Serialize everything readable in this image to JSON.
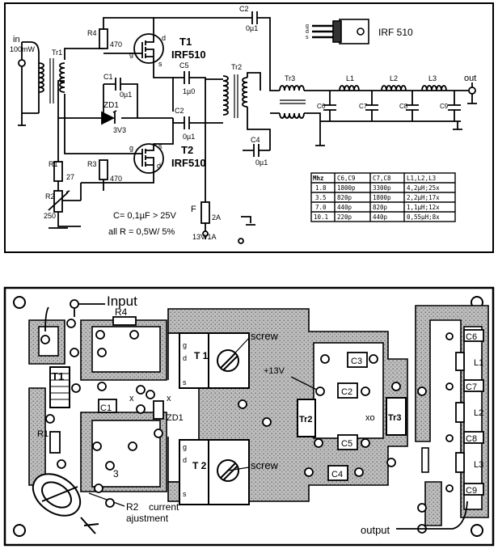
{
  "schematic": {
    "input_label": "in",
    "input_power": "100mW",
    "tr1": "Tr1",
    "tr2": "Tr2",
    "tr3": "Tr3",
    "r4": "R4",
    "r4_val": "470",
    "r1": "R1",
    "r1_val": "27",
    "r2": "R2",
    "r2_val": "250",
    "r3": "R3",
    "r3_val": "470",
    "t1": "T1",
    "t1_type": "IRF510",
    "t2": "T2",
    "t2_type": "IRF510",
    "c1": "C1",
    "c1_val": "0µ1",
    "c2_top": "C2",
    "c2_top_val": "0µ1",
    "c2_mid": "C2",
    "c2_mid_val": "0µ1",
    "c4": "C4",
    "c4_val": "0µ1",
    "c5": "C5",
    "c5_val": "1µ0",
    "zd1": "ZD1",
    "zd1_val": "3V3",
    "fuse": "F",
    "fuse_val": "2A",
    "supply": "13V/1A",
    "note1": "C= 0,1µF > 25V",
    "note2": "all  R = 0,5W/ 5%",
    "pkg_label": "IRF 510",
    "pin_g": "g",
    "pin_d": "d",
    "pin_s": "s",
    "out_label": "out",
    "l1": "L1",
    "l2": "L2",
    "l3": "L3",
    "c6": "C6",
    "c7": "C7",
    "c8": "C8",
    "c9": "C9",
    "table": {
      "headers": [
        "Mhz",
        "C6,C9",
        "C7,C8",
        "L1,L2,L3"
      ],
      "rows": [
        [
          "1.8",
          "1800p",
          "3300p",
          "4,2µH;25x"
        ],
        [
          "3.5",
          "820p",
          "1800p",
          "2,2µH;17x"
        ],
        [
          "7.0",
          "440p",
          "820p",
          "1,1µH;12x"
        ],
        [
          "10.1",
          "220p",
          "440p",
          "0,55µH;8x"
        ]
      ]
    }
  },
  "layout": {
    "input": "Input",
    "r4": "R4",
    "t1_board": "T1",
    "t1_mos": "T 1",
    "t2_mos": "T 2",
    "screw1": "screw",
    "screw2": "screw",
    "plus13v": "+13V",
    "c3": "C3",
    "c2": "C2",
    "c5": "C5",
    "c4": "C4",
    "c1": "C1",
    "r1": "R1",
    "r3": "3",
    "zd1": "ZD1",
    "tr2": "Tr2",
    "tr3": "Tr3",
    "x_mark1": "x",
    "x_mark2": "x",
    "xo_mark": "xo",
    "r2_label": "R2",
    "r2_desc1": "current",
    "r2_desc2": "ajustment",
    "output": "output",
    "c6": "C6",
    "c7": "C7",
    "c8": "C8",
    "c9": "C9",
    "l1": "L1",
    "l2": "L2",
    "l3": "L3",
    "pin_g": "g",
    "pin_d": "d",
    "pin_s": "s"
  }
}
